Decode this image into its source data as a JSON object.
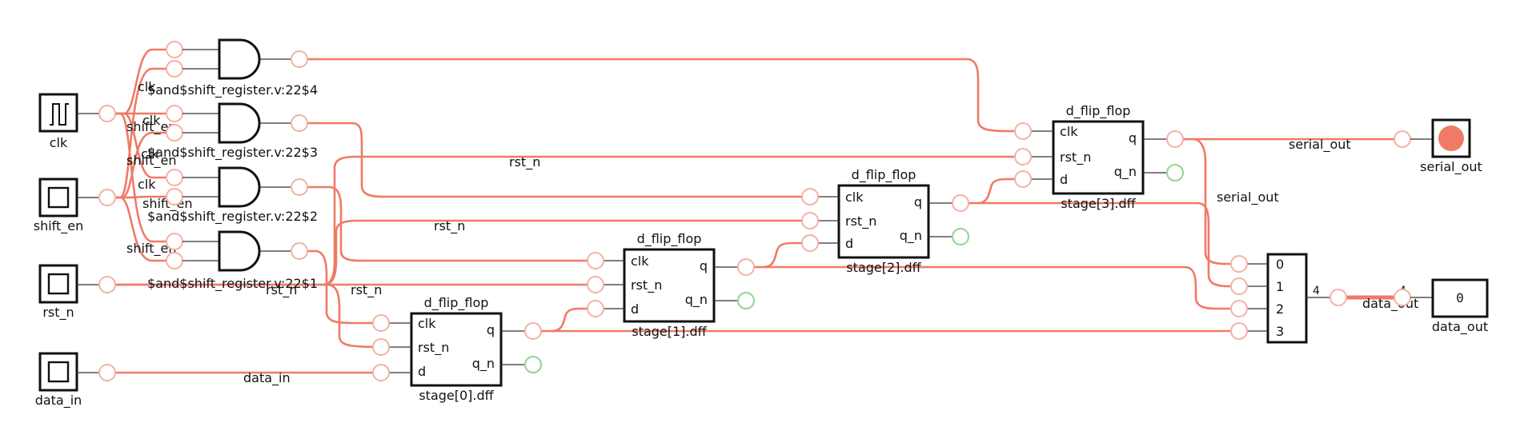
{
  "inputs": {
    "clk": "clk",
    "shift_en": "shift_en",
    "rst_n": "rst_n",
    "data_in": "data_in"
  },
  "outputs": {
    "serial_out": "serial_out",
    "data_out": "data_out",
    "data_out_value": "0"
  },
  "gates": {
    "and4": "$and$shift_register.v:22$4",
    "and3": "$and$shift_register.v:22$3",
    "and2": "$and$shift_register.v:22$2",
    "and1": "$and$shift_register.v:22$1"
  },
  "dff": {
    "type": "d_flip_flop",
    "port_clk": "clk",
    "port_rst": "rst_n",
    "port_d": "d",
    "port_q": "q",
    "port_qn": "q_n",
    "s0": "stage[0].dff",
    "s1": "stage[1].dff",
    "s2": "stage[2].dff",
    "s3": "stage[3].dff"
  },
  "mux": {
    "bits": [
      "0",
      "1",
      "2",
      "3"
    ],
    "width": "4"
  },
  "wires": {
    "clk": "clk",
    "shift_en": "shift_en",
    "rst_n": "rst_n",
    "data_in": "data_in",
    "serial_out": "serial_out",
    "data_out": "data_out"
  },
  "colors": {
    "wire": "#ef7a66",
    "port": "#f4b0a4",
    "unused_port": "#9dd59a",
    "output_led": "#ef7a66"
  }
}
